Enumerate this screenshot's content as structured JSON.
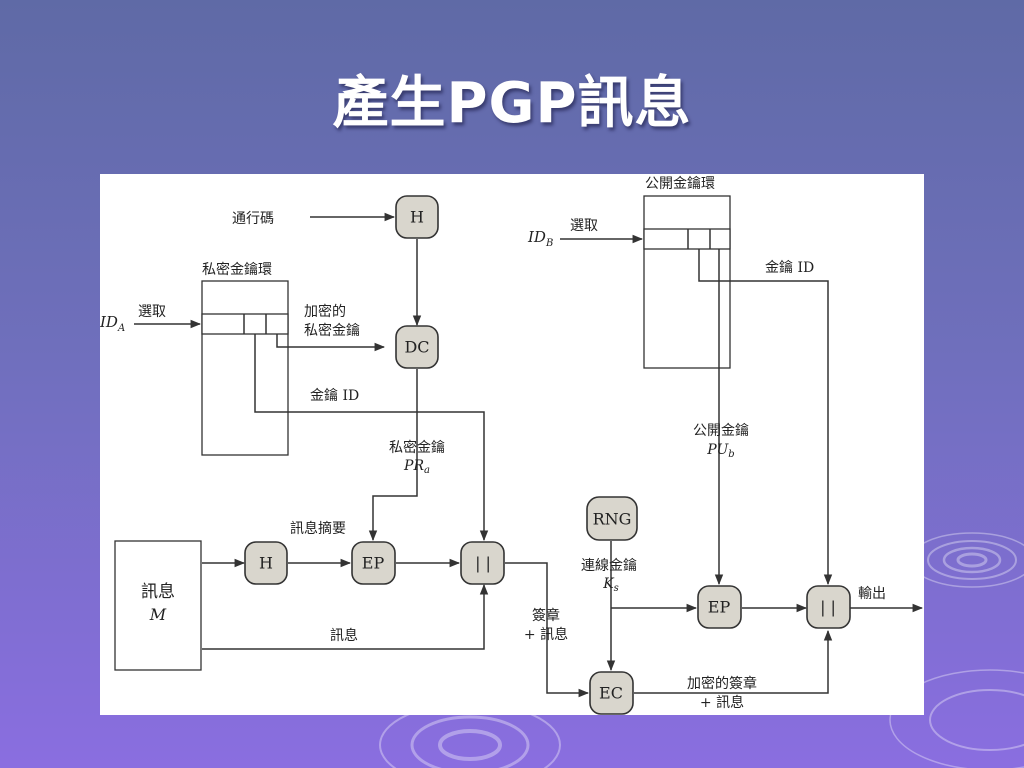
{
  "slide": {
    "title": "產生PGP訊息"
  },
  "diagram": {
    "nodes": {
      "hash_pass": "H",
      "dc": "DC",
      "hash_msg": "H",
      "ep_sign": "EP",
      "concat_sign": "| |",
      "rng": "RNG",
      "ep_key": "EP",
      "ec": "EC",
      "concat_out": "| |"
    },
    "labels": {
      "passphrase": "通行碼",
      "private_keyring": "私密金鑰環",
      "public_keyring": "公開金鑰環",
      "id_a": "ID",
      "id_a_sub": "A",
      "id_b": "ID",
      "id_b_sub": "B",
      "select_a": "選取",
      "select_b": "選取",
      "enc_private_key_line1": "加密的",
      "enc_private_key_line2": "私密金鑰",
      "key_id_a": "金鑰 ID",
      "key_id_b": "金鑰 ID",
      "private_key_line1": "私密金鑰",
      "private_key_sym": "PR",
      "private_key_sub": "a",
      "public_key_line1": "公開金鑰",
      "public_key_sym": "PU",
      "public_key_sub": "b",
      "message_digest": "訊息摘要",
      "message_box_line1": "訊息",
      "message_box_line2": "M",
      "message_path": "訊息",
      "signature_line1": "簽章",
      "signature_line2": "+ 訊息",
      "session_key_line1": "連線金鑰",
      "session_key_sym": "K",
      "session_key_sub": "s",
      "output": "輸出",
      "enc_signature_line1": "加密的簽章",
      "enc_signature_line2": "+ 訊息"
    }
  }
}
